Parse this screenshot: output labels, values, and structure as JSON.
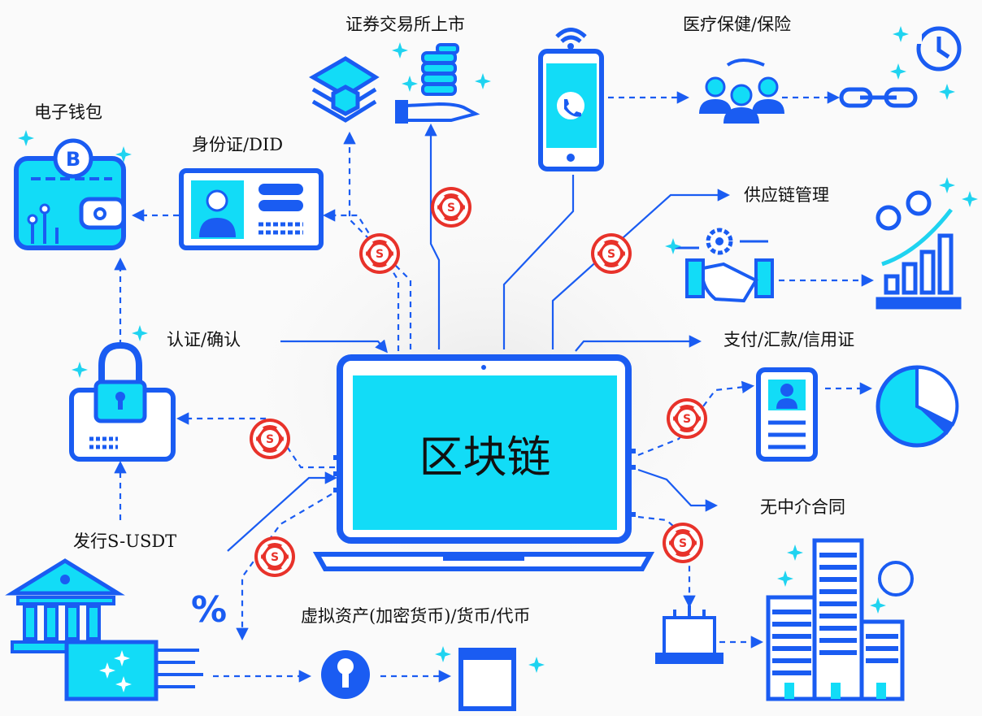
{
  "center": {
    "label": "区块链"
  },
  "nodes": {
    "stock_exchange": "证券交易所上市",
    "healthcare": "医疗保健/保险",
    "e_wallet": "电子钱包",
    "identity": "身份证/DID",
    "supply_chain": "供应链管理",
    "authentication": "认证/确认",
    "payment": "支付/汇款/信用证",
    "no_intermediary": "无中介合同",
    "issue_token": "发行S-USDT",
    "virtual_assets": "虚拟资产(加密货币)/货币/代币"
  },
  "badge_glyph": "S",
  "percent_symbol": "%",
  "colors": {
    "accent": "#1a5cf2",
    "screen": "#12dcf7",
    "badge": "#e8322a",
    "sparkle": "#1fd3f0"
  }
}
